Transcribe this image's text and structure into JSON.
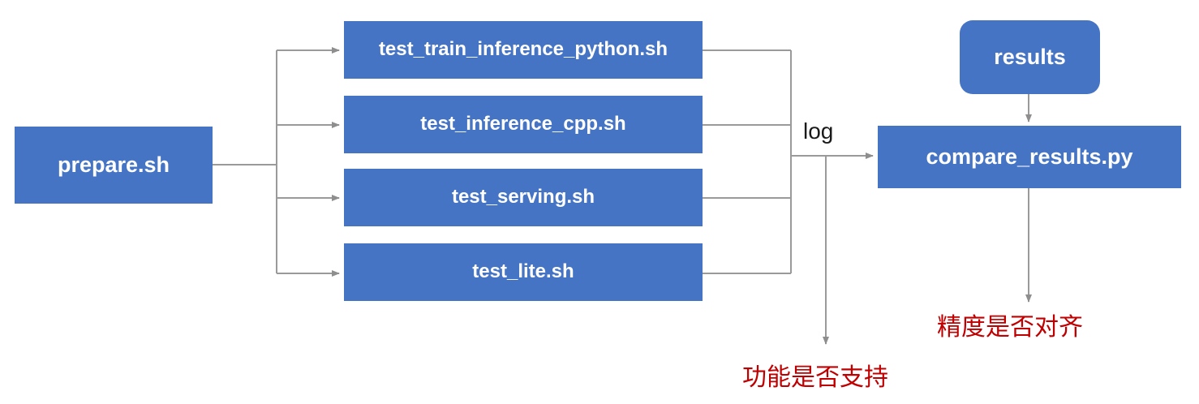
{
  "diagram": {
    "type": "flowchart",
    "background": "#ffffff",
    "palette": {
      "node_fill": "#4574C4",
      "node_text": "#ffffff",
      "wire": "#9a9a9a",
      "note_text": "#C00000",
      "label_text": "#1a1a1a"
    },
    "nodes": {
      "prepare": {
        "label": "prepare.sh",
        "shape": "rect"
      },
      "steps": [
        {
          "label": "test_train_inference_python.sh",
          "shape": "rect"
        },
        {
          "label": "test_inference_cpp.sh",
          "shape": "rect"
        },
        {
          "label": "test_serving.sh",
          "shape": "rect"
        },
        {
          "label": "test_lite.sh",
          "shape": "rect"
        }
      ],
      "results": {
        "label": "results",
        "shape": "rounded-rect"
      },
      "compare": {
        "label": "compare_results.py",
        "shape": "rect"
      }
    },
    "edge_labels": {
      "log": "log"
    },
    "notes": {
      "feature_supported": "功能是否支持",
      "precision_aligned": "精度是否对齐"
    }
  }
}
